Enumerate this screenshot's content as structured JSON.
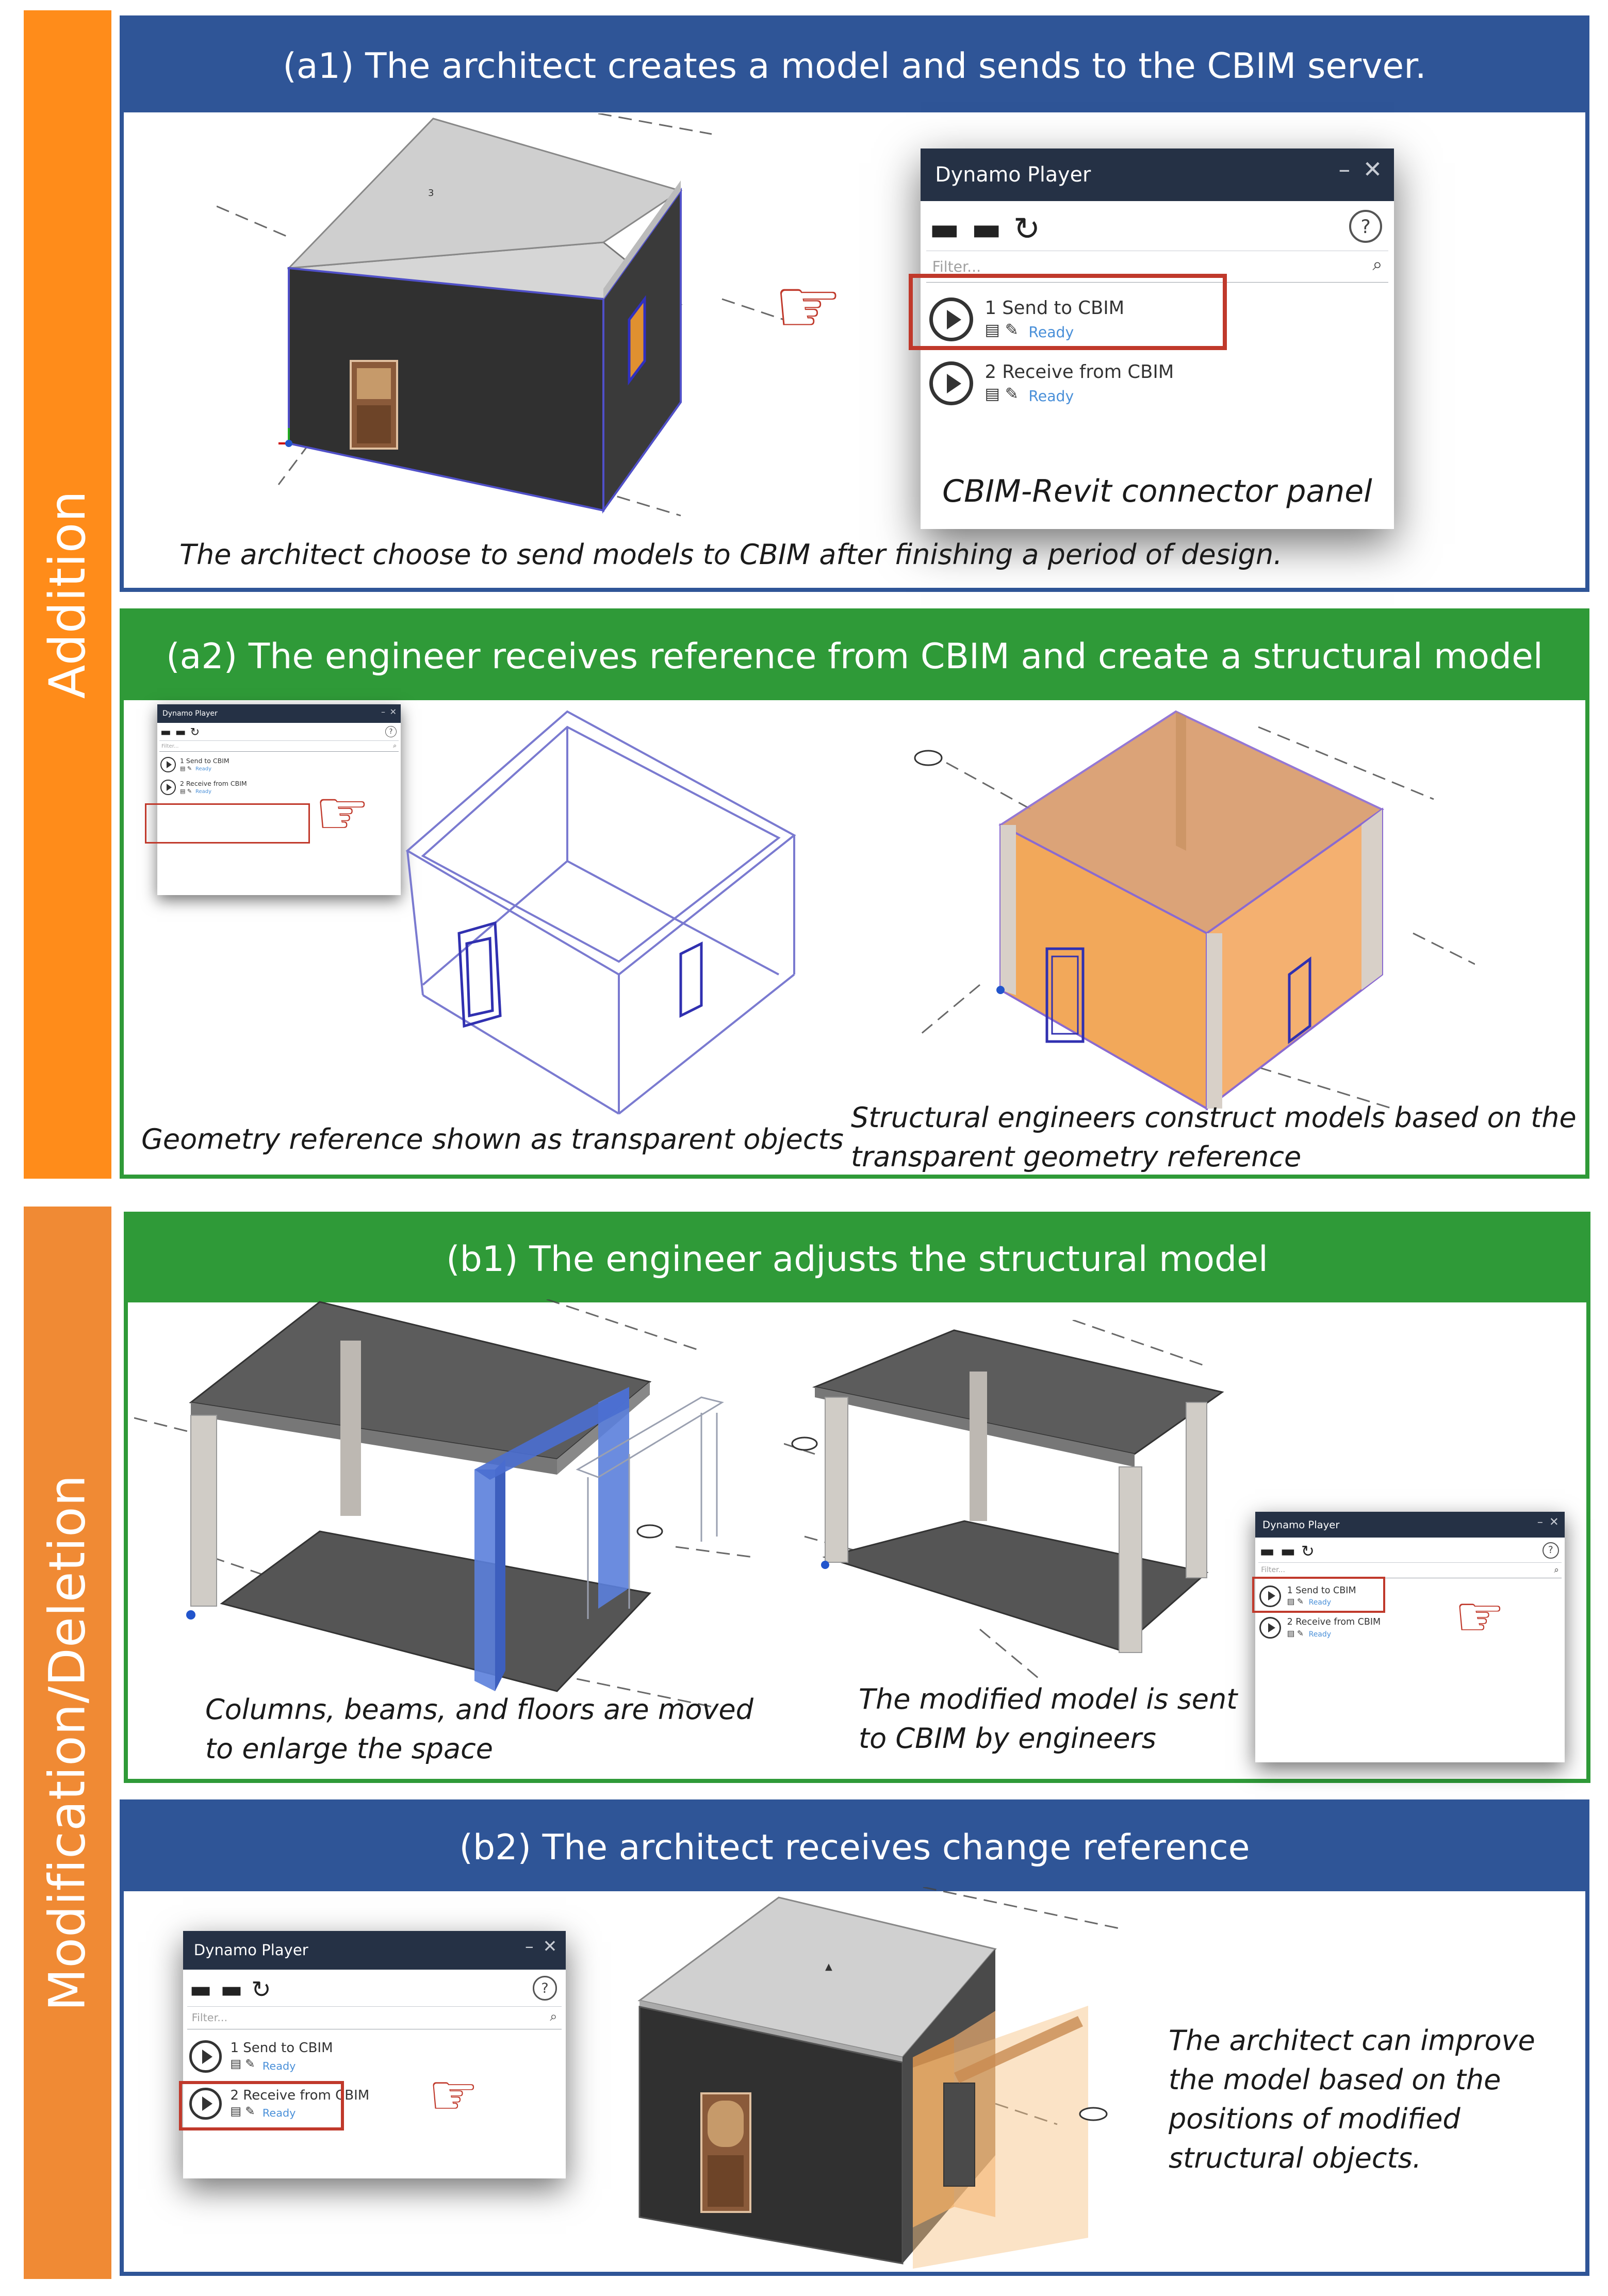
{
  "colors": {
    "sidebar_addition": "#ff8c1a",
    "sidebar_modification": "#f08a34",
    "blue_header": "#2f5597",
    "green_header": "#2f9a38",
    "highlight": "#c0392b",
    "player_title": "#253145"
  },
  "sidebar": {
    "addition": "Addition",
    "modification": "Modification/Deletion"
  },
  "player": {
    "title": "Dynamo Player",
    "minimize": "–",
    "close": "✕",
    "help": "?",
    "filter_placeholder": "Filter...",
    "item1": "1 Send to CBIM",
    "item2": "2 Receive from CBIM",
    "status": "Ready"
  },
  "a1": {
    "header": "(a1) The architect creates a model and sends to the CBIM server.",
    "panel_caption": "CBIM-Revit connector panel",
    "caption": "The architect choose to send models to CBIM after finishing a period of design."
  },
  "a2": {
    "header": "(a2) The engineer receives reference from CBIM and create a structural model",
    "caption_left": "Geometry reference shown as transparent objects",
    "caption_right": "Structural engineers construct models based on the\ntransparent geometry reference"
  },
  "b1": {
    "header": "(b1) The engineer adjusts the structural model",
    "caption_left": "Columns, beams, and floors are moved\nto enlarge the space",
    "caption_mid": "The modified model is sent\nto CBIM by engineers"
  },
  "b2": {
    "header": "(b2) The architect receives change reference",
    "caption_right": "The architect can improve\nthe model based on the\npositions of modified\nstructural objects."
  }
}
